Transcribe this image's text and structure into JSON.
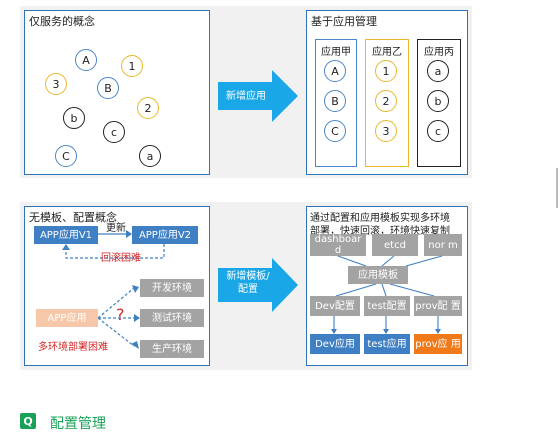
{
  "top_left": {
    "title": "仅服务的概念",
    "circles": [
      "A",
      "1",
      "3",
      "B",
      "2",
      "b",
      "c",
      "C",
      "a"
    ]
  },
  "top_arrow": {
    "label": "新增应用"
  },
  "top_right": {
    "title": "基于应用管理",
    "columns": [
      {
        "label": "应用甲",
        "items": [
          "A",
          "B",
          "C"
        ]
      },
      {
        "label": "应用乙",
        "items": [
          "1",
          "2",
          "3"
        ]
      },
      {
        "label": "应用丙",
        "items": [
          "a",
          "b",
          "c"
        ]
      }
    ]
  },
  "bottom_left": {
    "title": "无模板、配置概念",
    "v1": "APP应用V1",
    "update": "更新",
    "v2": "APP应用V2",
    "rollback": "回滚困难",
    "app": "APP应用",
    "question": "?",
    "deploy_hard": "多环境部署困难",
    "envs": [
      "开发环境",
      "测试环境",
      "生产环境"
    ]
  },
  "bottom_arrow": {
    "label_line1": "新增模板/",
    "label_line2": "配置"
  },
  "bottom_right": {
    "title_line1": "通过配置和应用模板实现多环境",
    "title_line2": "部署，快速回滚，环境快速复制",
    "top_boxes": [
      "dashboar d",
      "etcd",
      "nor m"
    ],
    "template": "应用模板",
    "configs": [
      "Dev配置",
      "test配置",
      "prov配 置"
    ],
    "apps": [
      "Dev应用",
      "test应用",
      "prov应 用"
    ]
  },
  "footer": {
    "icon_letter": "Q",
    "title": "配置管理"
  }
}
